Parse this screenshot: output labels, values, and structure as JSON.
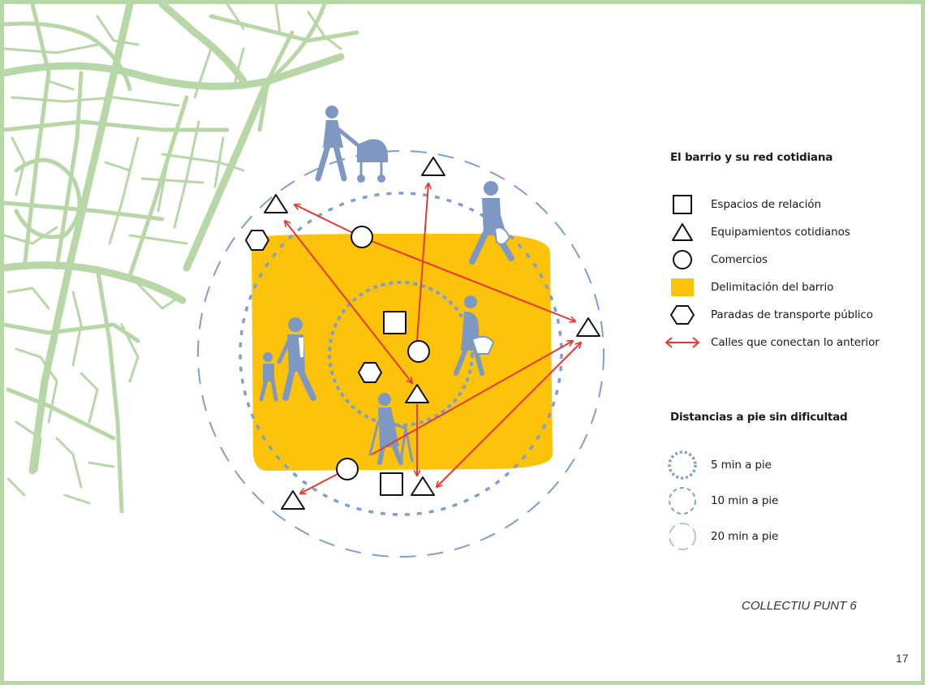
{
  "legend": {
    "title": "El barrio y su red cotidiana",
    "items": [
      {
        "symbol": "square-icon",
        "label": "Espacios de relación"
      },
      {
        "symbol": "triangle-icon",
        "label": "Equipamientos cotidianos"
      },
      {
        "symbol": "circle-icon",
        "label": "Comercios"
      },
      {
        "symbol": "yellow-block-icon",
        "label": "Delimitación del barrio"
      },
      {
        "symbol": "hexagon-icon",
        "label": "Paradas de transporte público"
      },
      {
        "symbol": "double-arrow-icon",
        "label": "Calles que conectan lo anterior"
      }
    ],
    "distances_title": "Distancias a pie sin dificultad",
    "distances": [
      {
        "symbol": "dotted-circle-icon",
        "label": "5 min a pie"
      },
      {
        "symbol": "dashed-circle-icon",
        "label": "10 min a pie"
      },
      {
        "symbol": "long-dashed-circle-icon",
        "label": "20 min a pie"
      }
    ]
  },
  "credit": "COLLECTIU PUNT 6",
  "page_number": "17",
  "colors": {
    "frame": "#b7d8a6",
    "streets": "#b7d8a6",
    "neighbourhood": "#fcc30a",
    "figures": "#7e98c4",
    "rings": "#7f9fd0",
    "arrows": "#e53935"
  }
}
